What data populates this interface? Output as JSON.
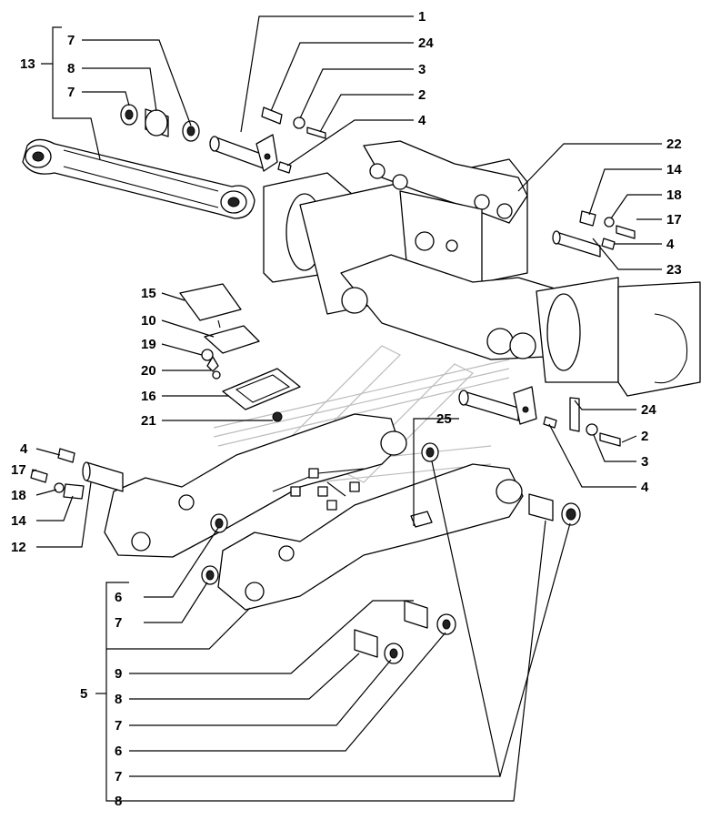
{
  "diagram": {
    "callouts": [
      {
        "id": "c1",
        "text": "1"
      },
      {
        "id": "c24a",
        "text": "24"
      },
      {
        "id": "c3a",
        "text": "3"
      },
      {
        "id": "c2a",
        "text": "2"
      },
      {
        "id": "c4a",
        "text": "4"
      },
      {
        "id": "c22",
        "text": "22"
      },
      {
        "id": "c14a",
        "text": "14"
      },
      {
        "id": "c18a",
        "text": "18"
      },
      {
        "id": "c17a",
        "text": "17"
      },
      {
        "id": "c4b",
        "text": "4"
      },
      {
        "id": "c23",
        "text": "23"
      },
      {
        "id": "c13",
        "text": "13"
      },
      {
        "id": "c7a",
        "text": "7"
      },
      {
        "id": "c8a",
        "text": "8"
      },
      {
        "id": "c7b",
        "text": "7"
      },
      {
        "id": "c15",
        "text": "15"
      },
      {
        "id": "c10",
        "text": "10"
      },
      {
        "id": "c19",
        "text": "19"
      },
      {
        "id": "c20",
        "text": "20"
      },
      {
        "id": "c16",
        "text": "16"
      },
      {
        "id": "c21",
        "text": "21"
      },
      {
        "id": "c24b",
        "text": "24"
      },
      {
        "id": "c25",
        "text": "25"
      },
      {
        "id": "c2b",
        "text": "2"
      },
      {
        "id": "c3b",
        "text": "3"
      },
      {
        "id": "c4c",
        "text": "4"
      },
      {
        "id": "c4d",
        "text": "4"
      },
      {
        "id": "c17b",
        "text": "17"
      },
      {
        "id": "c18b",
        "text": "18"
      },
      {
        "id": "c14b",
        "text": "14"
      },
      {
        "id": "c12",
        "text": "12"
      },
      {
        "id": "c6a",
        "text": "6"
      },
      {
        "id": "c7c",
        "text": "7"
      },
      {
        "id": "c5",
        "text": "5"
      },
      {
        "id": "c9",
        "text": "9"
      },
      {
        "id": "c8b",
        "text": "8"
      },
      {
        "id": "c7d",
        "text": "7"
      },
      {
        "id": "c6b",
        "text": "6"
      },
      {
        "id": "c7e",
        "text": "7"
      },
      {
        "id": "c8c",
        "text": "8"
      }
    ]
  }
}
